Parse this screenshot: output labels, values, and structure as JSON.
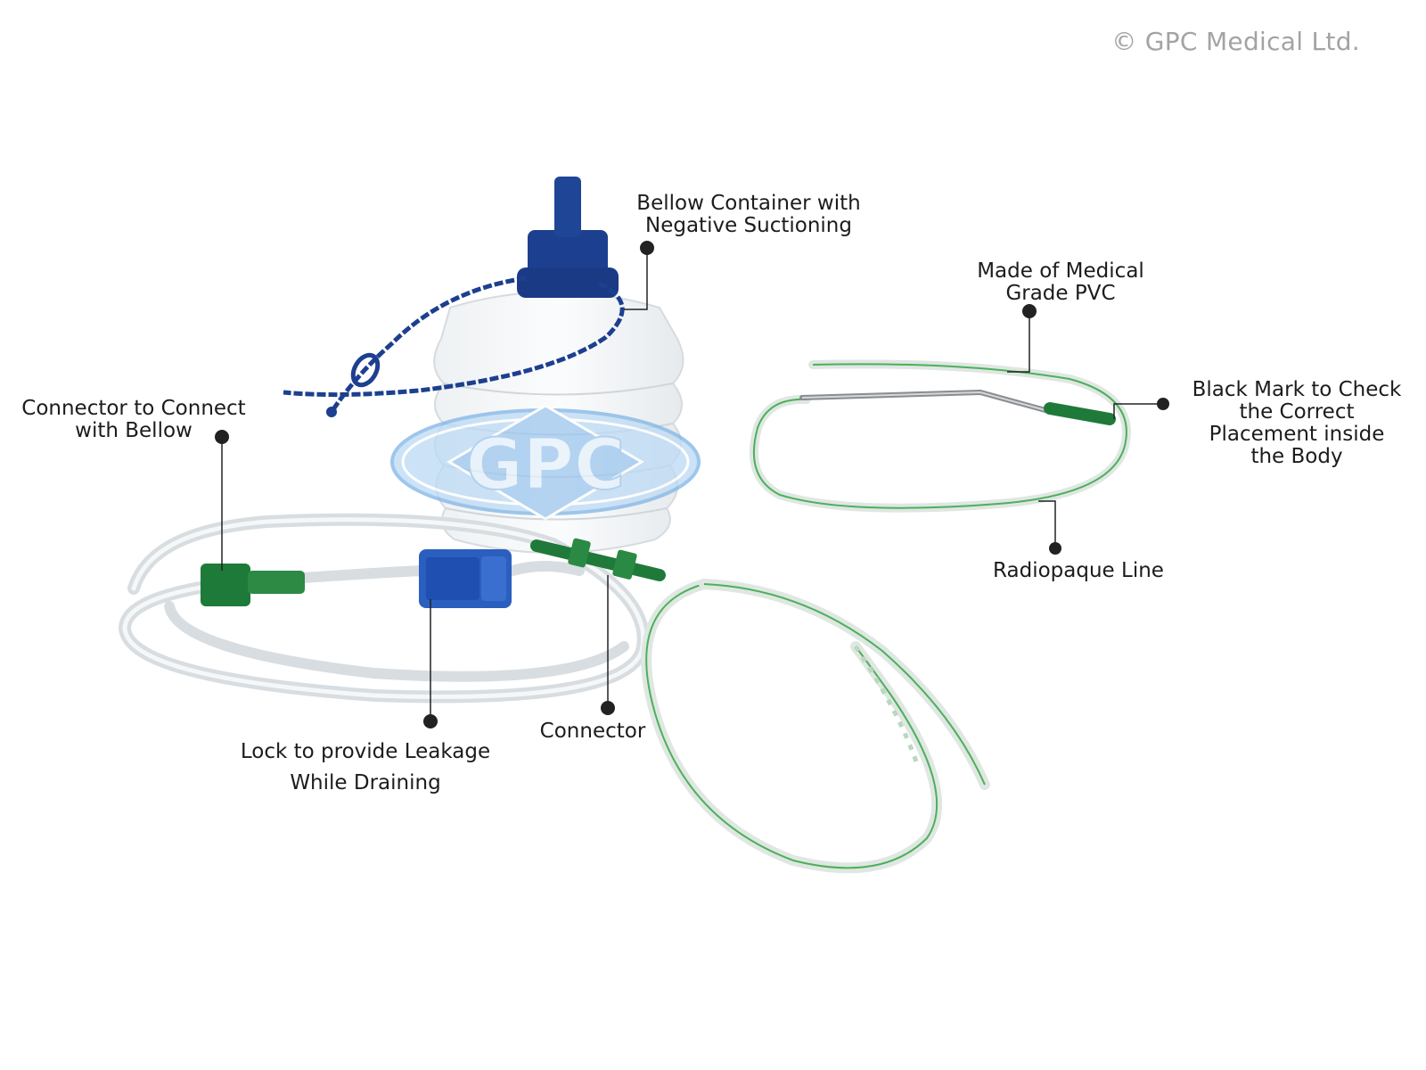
{
  "copyright": "© GPC Medical Ltd.",
  "watermark": "GPC",
  "labels": {
    "bellow_container": [
      "Bellow Container with",
      "Negative Suctioning"
    ],
    "medical_grade_pvc": [
      "Made of Medical",
      "Grade PVC"
    ],
    "connector_to_bellow": [
      "Connector to Connect",
      "with Bellow"
    ],
    "black_mark": [
      "Black Mark to Check",
      "the Correct",
      "Placement inside",
      "the Body"
    ],
    "radiopaque_line": [
      "Radiopaque Line"
    ],
    "lock": [
      "Lock to provide Leakage",
      "While Draining"
    ],
    "connector": [
      "Connector"
    ]
  },
  "colors": {
    "cap_blue": "#1d3f8f",
    "clamp_blue": "#2a5fc0",
    "connector_green": "#1f7a3a",
    "tube_clear": "#d7dde0",
    "radiopaque_green": "#4cb05a",
    "watermark_blue": "#7fb4e6",
    "leader_line": "#222222"
  }
}
